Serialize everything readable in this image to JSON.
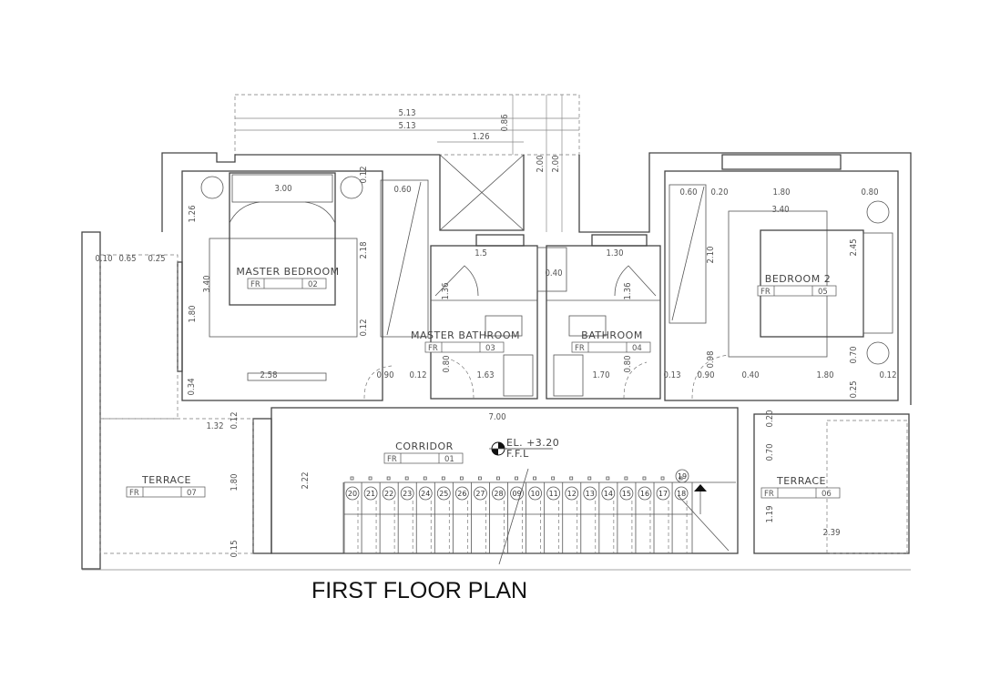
{
  "title": "FIRST FLOOR PLAN",
  "elevation": {
    "level": "EL. +3.20",
    "label": "F.F.L"
  },
  "rooms": [
    {
      "name": "MASTER BEDROOM",
      "prefix": "FR",
      "code": "02"
    },
    {
      "name": "MASTER BATHROOM",
      "prefix": "FR",
      "code": "03"
    },
    {
      "name": "BATHROOM",
      "prefix": "FR",
      "code": "04"
    },
    {
      "name": "BEDROOM 2",
      "prefix": "FR",
      "code": "05"
    },
    {
      "name": "CORRIDOR",
      "prefix": "FR",
      "code": "01"
    },
    {
      "name": "TERRACE",
      "prefix": "FR",
      "code": "07"
    },
    {
      "name": "TERRACE",
      "prefix": "FR",
      "code": "06"
    }
  ],
  "dims": [
    "5.13",
    "5.13",
    "1.26",
    "0.86",
    "2.00",
    "2.00",
    "3.00",
    "0.60",
    "0.12",
    "1.26",
    "2.18",
    "3.40",
    "1.80",
    "0.12",
    "0.10",
    "0.65",
    "0.25",
    "2.58",
    "0.90",
    "0.12",
    "0.34",
    "1.63",
    "0.80",
    "1.70",
    "0.80",
    "0.40",
    "1.5",
    "1.30",
    "1.36",
    "1.36",
    "0.13",
    "0.90",
    "0.40",
    "1.80",
    "0.12",
    "0.98",
    "0.70",
    "0.25",
    "0.60",
    "0.20",
    "1.80",
    "0.80",
    "3.40",
    "2.10",
    "2.45",
    "7.00",
    "2.22",
    "1.32",
    "0.12",
    "1.80",
    "0.15",
    "0.20",
    "0.70",
    "1.19",
    "2.39"
  ],
  "stair_steps": [
    "20",
    "21",
    "22",
    "23",
    "24",
    "25",
    "26",
    "27",
    "28",
    "09",
    "10",
    "11",
    "12",
    "13",
    "14",
    "15",
    "16",
    "17",
    "18"
  ],
  "stair_top": "19"
}
